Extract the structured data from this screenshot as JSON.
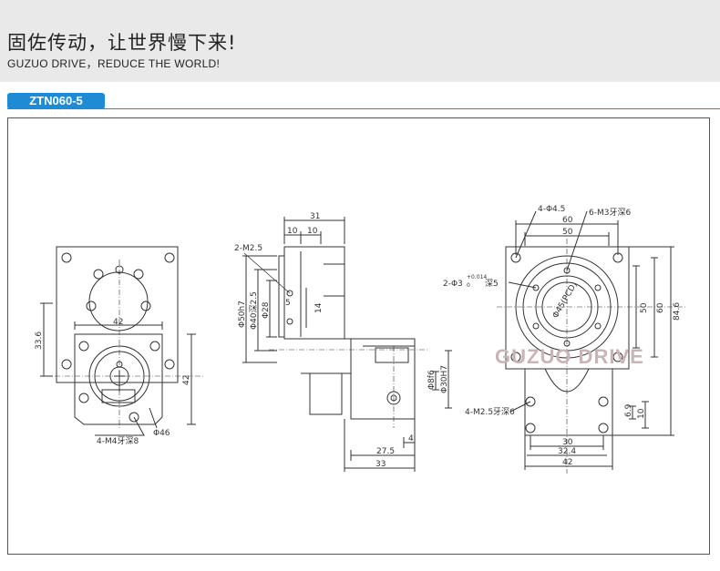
{
  "header": {
    "slogan_cn": "固佐传动，让世界慢下来!",
    "slogan_en": "GUZUO DRIVE，REDUCE THE WORLD!"
  },
  "model": {
    "name": "ZTN060-5"
  },
  "watermark": "GUZUO DRIVE",
  "colors": {
    "accent": "#1f8bd4",
    "header_bg": "#e9e9e9",
    "line": "#333333"
  },
  "left_view": {
    "dim_width": "42",
    "dim_height_left": "33.6",
    "dim_height_right": "42",
    "label_holes": "4-M4牙深8",
    "label_dia": "Φ46"
  },
  "side_view": {
    "dim_top_overall": "31",
    "dim_top_a": "10",
    "dim_top_b": "10",
    "label_m2": "2-M2.5",
    "dim_v1": "Φ50h7",
    "dim_v2": "Φ40深2.5",
    "dim_v3": "Φ28",
    "dim_v4": "5",
    "dim_v5": "14",
    "dim_v6": "Φ8f6",
    "dim_v7": "Φ30H7",
    "dim_b1": "4",
    "dim_b2": "27.5",
    "dim_b3": "33"
  },
  "right_view": {
    "label_holes_top": "4-Φ4.5",
    "label_m3": "6-M3牙深6",
    "dim_top1": "60",
    "dim_top2": "50",
    "label_pin": "2-Φ3",
    "label_pin_tol": "+0.014",
    "label_pin_tol_low": "0",
    "label_pin_depth": "深5",
    "label_pcd": "Φ45(PCD)",
    "dim_r1": "50",
    "dim_r2": "60",
    "dim_r3": "84.6",
    "label_m25": "4-M2.5牙深6",
    "dim_r4": "6.9",
    "dim_r5": "10",
    "dim_bot1": "30",
    "dim_bot2": "32.4",
    "dim_bot3": "42"
  }
}
